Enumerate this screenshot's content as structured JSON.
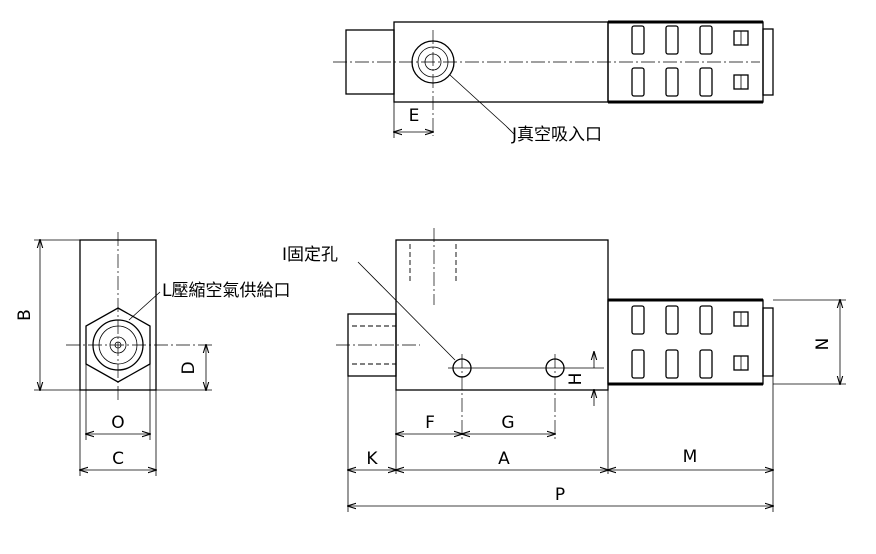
{
  "callouts": {
    "suction_port": "J真空吸入口",
    "mounting_hole": "I固定孔",
    "supply_port": "L壓縮空氣供給口"
  },
  "dimensions": {
    "A": "A",
    "B": "B",
    "C": "C",
    "D": "D",
    "E": "E",
    "F": "F",
    "G": "G",
    "H": "H",
    "K": "K",
    "M": "M",
    "N": "N",
    "O": "O",
    "P": "P"
  }
}
